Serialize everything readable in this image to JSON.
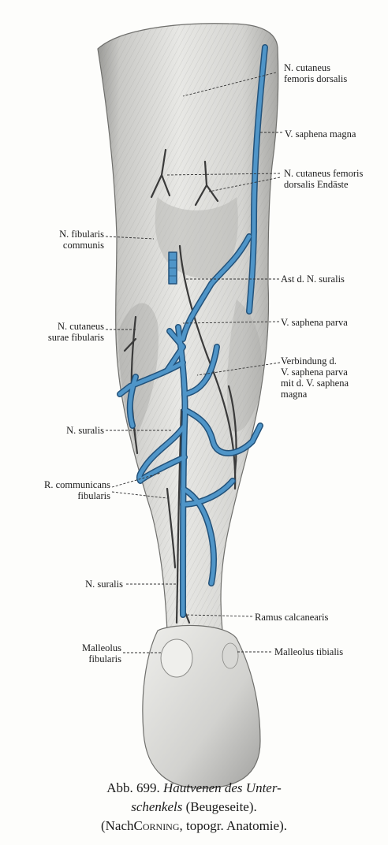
{
  "figure": {
    "labels": {
      "n_cutaneus_femoris_dorsalis": "N. cutaneus\nfemoris dorsalis",
      "v_saphena_magna": "V. saphena magna",
      "n_cutaneus_femoris_dorsalis_endaeste": "N. cutaneus femoris\ndorsalis Endäste",
      "n_fibularis_communis": "N. fibularis\ncommunis",
      "ast_n_suralis": "Ast d. N. suralis",
      "n_cutaneus_surae_fibularis": "N. cutaneus\nsurae fibularis",
      "v_saphena_parva": "V. saphena parva",
      "verbindung": "Verbindung d.\nV. saphena parva\nmit d. V. saphena\nmagna",
      "n_suralis_upper": "N. suralis",
      "r_communicans_fibularis": "R. communicans\nfibularis",
      "n_suralis_lower": "N. suralis",
      "ramus_calcanearis": "Ramus calcanearis",
      "malleolus_fibularis": "Malleolus\nfibularis",
      "malleolus_tibialis": "Malleolus tibialis"
    }
  },
  "caption": {
    "abb": "Abb. 699.",
    "title_italic_1": "Hautvenen des Unter-",
    "title_italic_2": "schenkels",
    "paren_1": "(Beugeseite).",
    "source_open": "(Nach",
    "source_author": "Corning",
    "source_rest": ", topogr. Anatomie)."
  },
  "colors": {
    "vein": "#4f95c8",
    "vein_edge": "#23527a",
    "nerve": "#3a3a3a",
    "skin": "#d9d9d6"
  }
}
